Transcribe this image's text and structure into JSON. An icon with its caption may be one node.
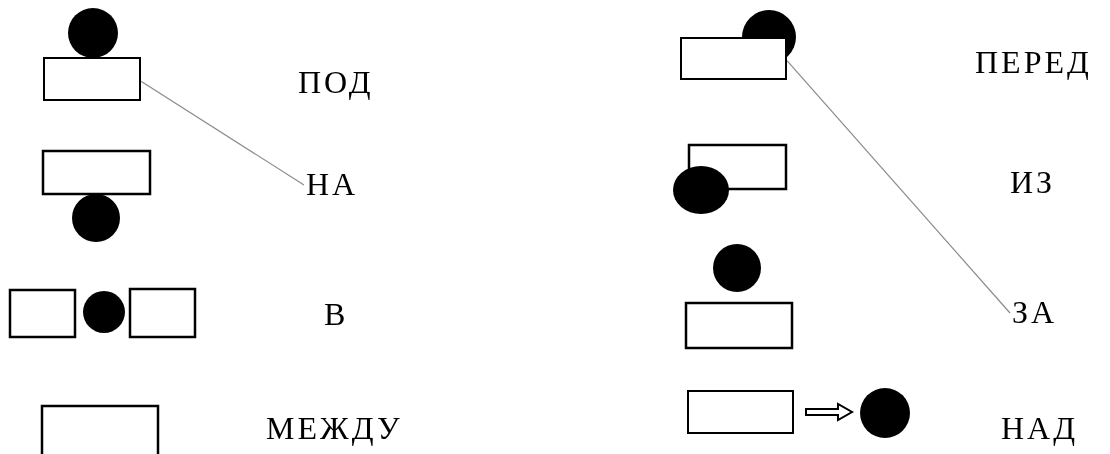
{
  "diagram": {
    "nodes": [
      {
        "text": [],
        "shape": "box"
      },
      {
        "text": [
          "НА"
        ]
      },
      {
        "text": [],
        "shape": "box"
      },
      {
        "text": [
          "ЗА"
        ]
      },
      {
        "text": [],
        "shape": "box"
      },
      {
        "text": [],
        "shape": "circle"
      }
    ],
    "edges": [
      {
        "from": 0,
        "to": 1,
        "arrow": "none"
      },
      {
        "from": 2,
        "to": 3,
        "arrow": "none"
      },
      {
        "from": 4,
        "to": 5,
        "arrow": "to"
      }
    ],
    "labels": [
      "ПОД",
      "В",
      "МЕЖДУ",
      "ПЕРЕД",
      "ИЗ",
      "НАД"
    ]
  }
}
